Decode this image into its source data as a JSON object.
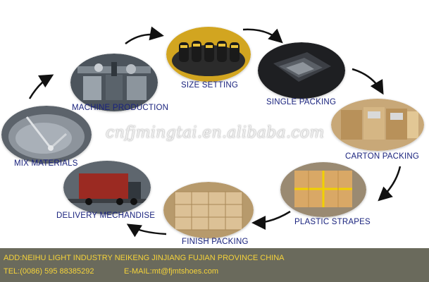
{
  "watermark": "cnfjmingtai.en.alibaba.com",
  "steps": [
    {
      "label": "MIX  MATERIALS"
    },
    {
      "label": "MACHINE PRODUCTION"
    },
    {
      "label": "SIZE SETTING"
    },
    {
      "label": "SINGLE PACKING"
    },
    {
      "label": "CARTON PACKING"
    },
    {
      "label": "PLASTIC STRAPES"
    },
    {
      "label": "FINISH PACKING"
    },
    {
      "label": "DELIVERY MECHANDISE"
    }
  ],
  "footer": {
    "address": "ADD:NEIHU LIGHT INDUSTRY NEIKENG JINJIANG FUJIAN PROVINCE CHINA",
    "tel": "TEL:(0086) 595 88385292",
    "email": "E-MAIL:mt@fjmtshoes.com"
  },
  "colors": {
    "label": "#1a237e",
    "footer_bg": "#6a6a5c",
    "footer_text": "#f5d33a",
    "arrow": "#111111"
  }
}
